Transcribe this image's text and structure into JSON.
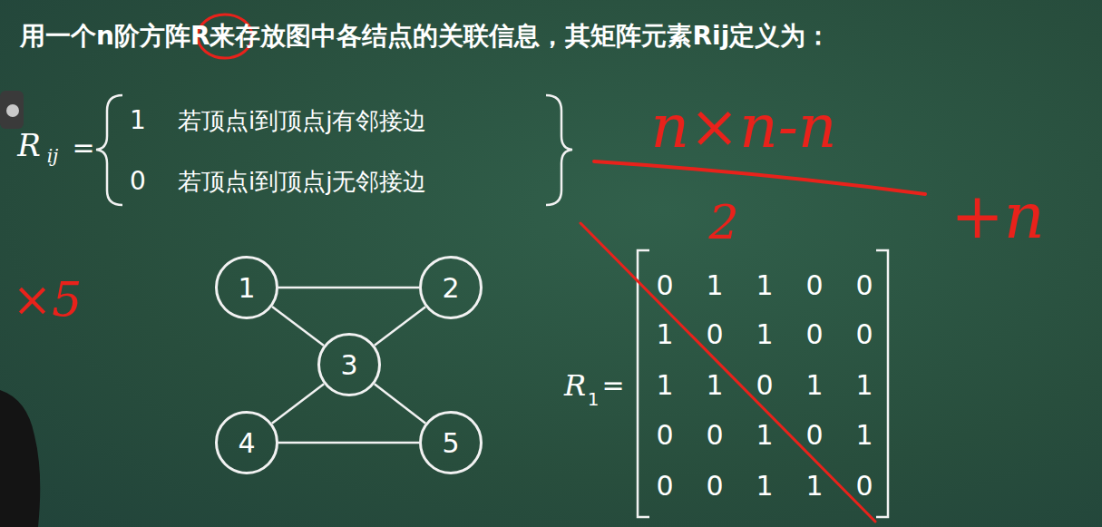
{
  "diagram": {
    "title": "用一个n阶方阵R来存放图中各结点的关联信息，其矩阵元素Rij定义为：",
    "nodes": [
      {
        "text": [
          "1"
        ]
      },
      {
        "text": [
          "2"
        ]
      },
      {
        "text": [
          "3"
        ]
      },
      {
        "text": [
          "4"
        ]
      },
      {
        "text": [
          "5"
        ]
      }
    ],
    "edges": [
      {
        "from": 0,
        "to": 1,
        "arrow": "none"
      },
      {
        "from": 0,
        "to": 2,
        "arrow": "none"
      },
      {
        "from": 1,
        "to": 2,
        "arrow": "none"
      },
      {
        "from": 2,
        "to": 3,
        "arrow": "none"
      },
      {
        "from": 2,
        "to": 4,
        "arrow": "none"
      },
      {
        "from": 3,
        "to": 4,
        "arrow": "none"
      }
    ],
    "labels": [
      "R",
      "ij",
      "=",
      "1",
      "若顶点i到顶点j有邻接边",
      "0",
      "若顶点i到顶点j无邻接边",
      "n×n-n",
      "2",
      "+n",
      "×5",
      "R",
      "1",
      "=",
      "0",
      "1",
      "1",
      "0",
      "0",
      "1",
      "0",
      "1",
      "0",
      "0",
      "1",
      "1",
      "0",
      "1",
      "1",
      "0",
      "0",
      "1",
      "0",
      "1",
      "0",
      "0",
      "1",
      "1",
      "0"
    ]
  }
}
